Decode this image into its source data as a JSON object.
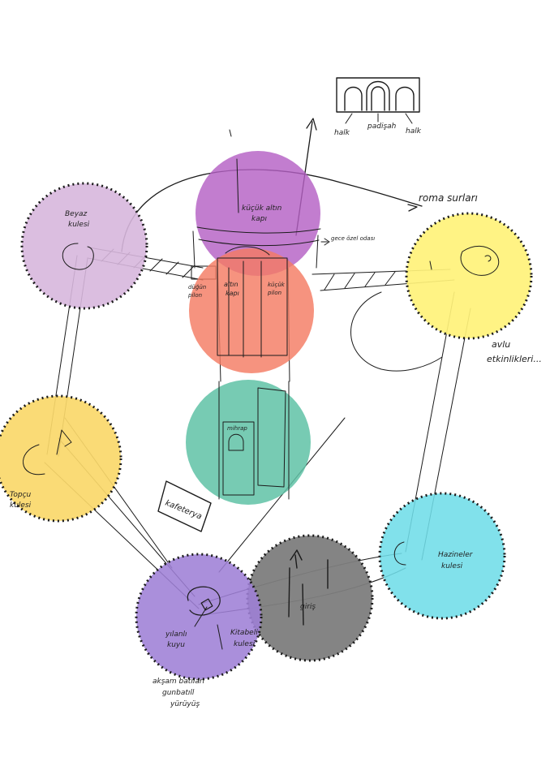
{
  "labels": {
    "beyaz_kule": [
      "Beyaz",
      "kulesi"
    ],
    "kucuk_altin_kapi": [
      "küçük altın",
      "kapı"
    ],
    "buyuk_altin_kapi": [
      "altın",
      "kapı"
    ],
    "gece_ozel_odasi": "gece özel odası",
    "dugun_pilon": [
      "düğün",
      "pilon"
    ],
    "sag_pilon": [
      "küçük",
      "pilon"
    ],
    "mihrap": "mihrap",
    "roma_surlari": "roma surları",
    "avlu": [
      "avlu",
      "etkinlikleri..."
    ],
    "halk_left": "halk",
    "padisah": "padişah",
    "halk_right": "halk",
    "topcu_kulesi": [
      "Topçu",
      "kulesi"
    ],
    "kafeterya": "kafeterya",
    "hazineler_kulesi": [
      "Hazineler",
      "kulesi"
    ],
    "giris": "giriş",
    "yilan_kuyu": [
      "yılanlı",
      "kuyu"
    ],
    "kitabeli_kule": [
      "Kitabeli",
      "kulesi"
    ],
    "aksam_gunbatimi": [
      "akşam batıları",
      "gunbatıll",
      "yürüyüş"
    ]
  },
  "colors": {
    "lilac": "#d7b7dd",
    "purple": "#b560c4",
    "coral": "#f47b63",
    "yellow_light": "#fff27a",
    "gold": "#fad86a",
    "teal": "#5fc2a6",
    "cyan": "#6fdde8",
    "violet": "#9e80d6",
    "grey": "#7d7d7d"
  },
  "icons": [
    "arrow-up-icon",
    "arrow-right-icon",
    "arch-icon"
  ]
}
